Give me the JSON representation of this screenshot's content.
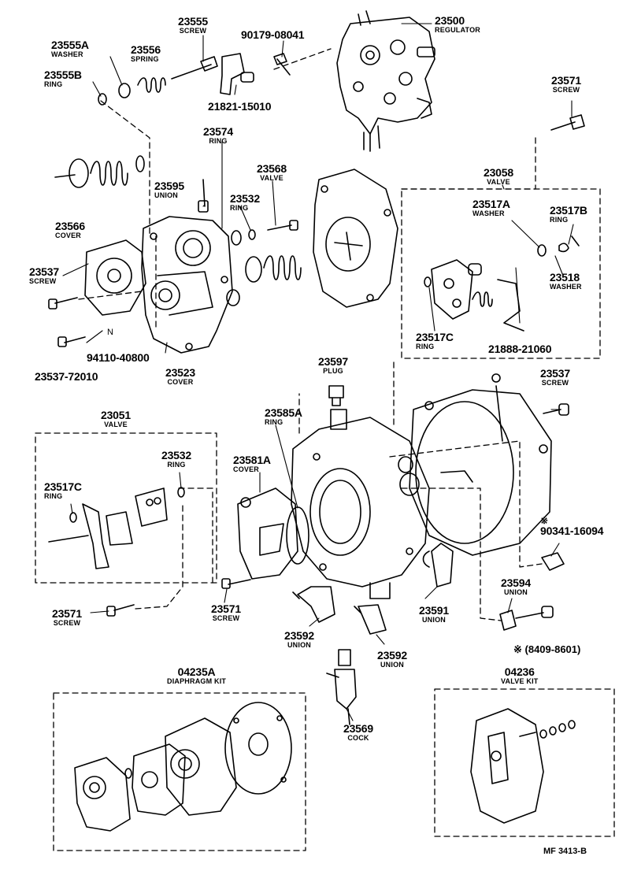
{
  "labels": {
    "p23500": {
      "pn": "23500",
      "nm": "REGULATOR"
    },
    "p23555": {
      "pn": "23555",
      "nm": "SCREW"
    },
    "p90179": {
      "pn": "90179-08041"
    },
    "p23555a": {
      "pn": "23555A",
      "nm": "WASHER"
    },
    "p23556": {
      "pn": "23556",
      "nm": "SPRING"
    },
    "p23555b": {
      "pn": "23555B",
      "nm": "RING"
    },
    "p21821": {
      "pn": "21821-15010"
    },
    "p23571top": {
      "pn": "23571",
      "nm": "SCREW"
    },
    "p23574": {
      "pn": "23574",
      "nm": "RING"
    },
    "p23568": {
      "pn": "23568",
      "nm": "VALVE"
    },
    "p23595": {
      "pn": "23595",
      "nm": "UNION"
    },
    "p23532top": {
      "pn": "23532",
      "nm": "RING"
    },
    "p23058": {
      "pn": "23058",
      "nm": "VALVE"
    },
    "p23517a": {
      "pn": "23517A",
      "nm": "WASHER"
    },
    "p23517b": {
      "pn": "23517B",
      "nm": "RING"
    },
    "p23566": {
      "pn": "23566",
      "nm": "COVER"
    },
    "p23518": {
      "pn": "23518",
      "nm": "WASHER"
    },
    "p23537left": {
      "pn": "23537",
      "nm": "SCREW"
    },
    "p23517ctop": {
      "pn": "23517C",
      "nm": "RING"
    },
    "p21888": {
      "pn": "21888-21060"
    },
    "p94110": {
      "pn": "94110-40800"
    },
    "p23537_72010": {
      "pn": "23537-72010"
    },
    "p23523": {
      "pn": "23523",
      "nm": "COVER"
    },
    "p23597": {
      "pn": "23597",
      "nm": "PLUG"
    },
    "p23537right": {
      "pn": "23537",
      "nm": "SCREW"
    },
    "p23051": {
      "pn": "23051",
      "nm": "VALVE"
    },
    "p23585a": {
      "pn": "23585A",
      "nm": "RING"
    },
    "p23581a": {
      "pn": "23581A",
      "nm": "COVER"
    },
    "p23532left": {
      "pn": "23532",
      "nm": "RING"
    },
    "p23517cleft": {
      "pn": "23517C",
      "nm": "RING"
    },
    "p90341": {
      "pn": "90341-16094",
      "nm": "※"
    },
    "p23594": {
      "pn": "23594",
      "nm": "UNION"
    },
    "p23571left": {
      "pn": "23571",
      "nm": "SCREW"
    },
    "p23571mid": {
      "pn": "23571",
      "nm": "SCREW"
    },
    "p23591": {
      "pn": "23591",
      "nm": "UNION"
    },
    "p23592a": {
      "pn": "23592",
      "nm": "UNION"
    },
    "p23592b": {
      "pn": "23592",
      "nm": "UNION"
    },
    "p04235a": {
      "pn": "04235A",
      "nm": "DIAPHRAGM KIT"
    },
    "p04236": {
      "pn": "04236",
      "nm": "VALVE KIT"
    },
    "p23569": {
      "pn": "23569",
      "nm": "COCK"
    }
  },
  "date_note": "※ (8409-8601)",
  "figure_code": "MF 3413-B",
  "colors": {
    "ink": "#000000",
    "paper": "#ffffff"
  }
}
